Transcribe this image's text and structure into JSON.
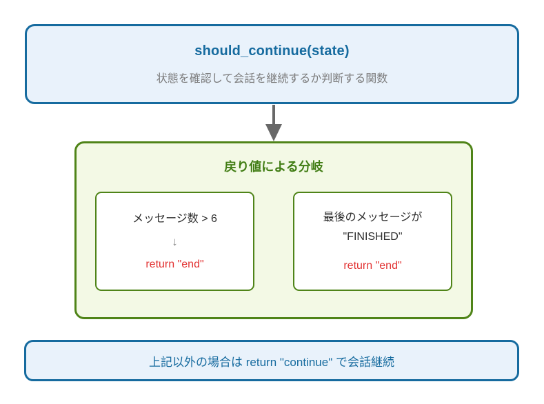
{
  "diagram": {
    "function_box": {
      "title": "should_continue(state)",
      "subtitle": "状態を確認して会話を継続するか判断する関数"
    },
    "branch_box": {
      "title": "戻り値による分岐",
      "case_left": {
        "condition": "メッセージ数 > 6",
        "arrow": "↓",
        "result": "return \"end\""
      },
      "case_right": {
        "condition_line1": "最後のメッセージが",
        "condition_line2": "\"FINISHED\"",
        "result": "return \"end\""
      }
    },
    "footer_box": {
      "text": "上記以外の場合は return \"continue\" で会話継続"
    },
    "colors": {
      "blue_border": "#166b9f",
      "blue_fill": "#e9f2fb",
      "blue_text": "#166b9f",
      "green_border": "#4f8418",
      "green_fill": "#f3f9e5",
      "green_title_text": "#417d14",
      "red_result_text": "#e23333",
      "gray_subtitle_text": "#7b7b7b",
      "condition_text": "#2e2e2e",
      "arrow_gray": "#686868"
    }
  }
}
